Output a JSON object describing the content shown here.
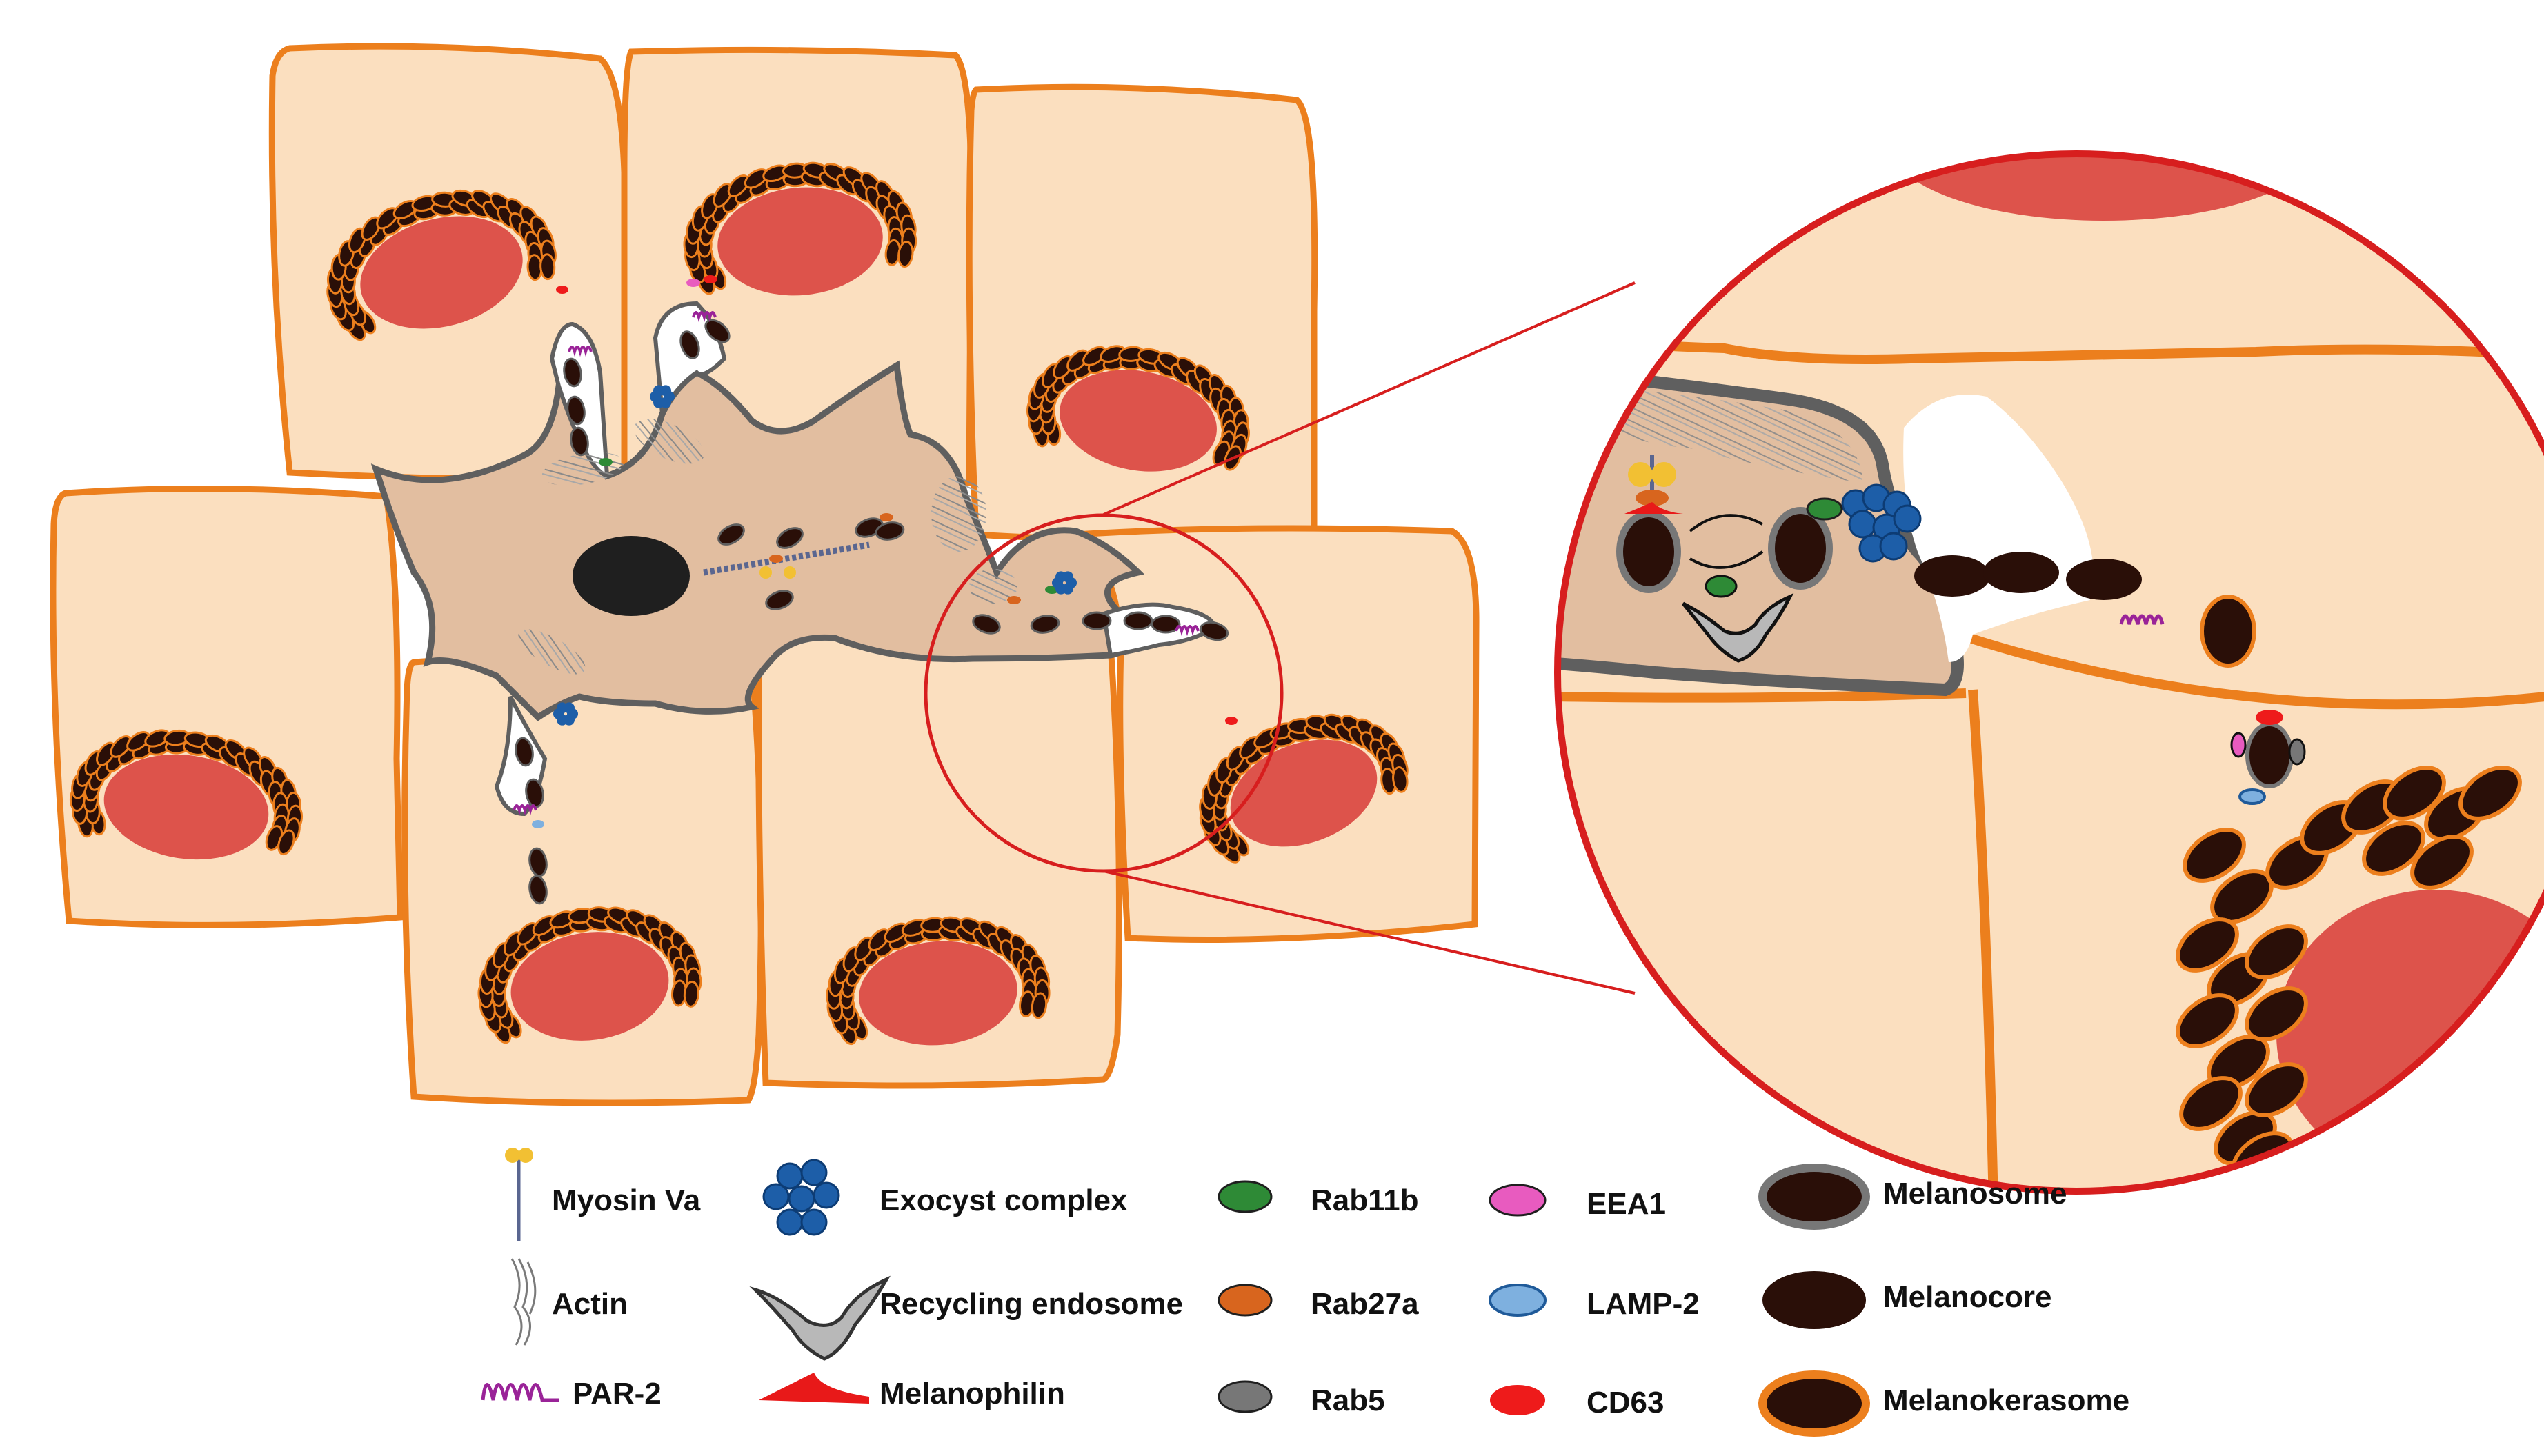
{
  "colors": {
    "cell_fill": "#fbdfbf",
    "cell_border": "#ec7f1d",
    "melanocyte_fill": "#e2bea0",
    "melanocyte_border": "#5f5f5f",
    "nucleus": "#dd534b",
    "melanocyte_nucleus": "#1f1f1f",
    "melanin": "#2a0f08",
    "zoom_ring": "#d71e1e",
    "myosin_head": "#f2c033",
    "myosin_stalk": "#5a6690",
    "exocyst": "#1d5ea8",
    "recycling_endosome": "#b8b8b8",
    "melanophilin": "#e81919",
    "rab11b": "#2e8a36",
    "rab27a": "#d8651e",
    "rab5": "#777777",
    "eea1": "#e85bbf",
    "lamp2": "#7eb0df",
    "cd63": "#ee1b1b",
    "par2": "#9a2398"
  },
  "legend": {
    "myosin_va": "Myosin Va",
    "actin": "Actin",
    "par2": "PAR-2",
    "exocyst": "Exocyst complex",
    "recycling_endosome": "Recycling endosome",
    "melanophilin": "Melanophilin",
    "rab11b": "Rab11b",
    "rab27a": "Rab27a",
    "rab5": "Rab5",
    "eea1": "EEA1",
    "lamp2": "LAMP-2",
    "cd63": "CD63",
    "melanosome": "Melanosome",
    "melanocore": "Melanocore",
    "melanokerasome": "Melanokerasome"
  }
}
